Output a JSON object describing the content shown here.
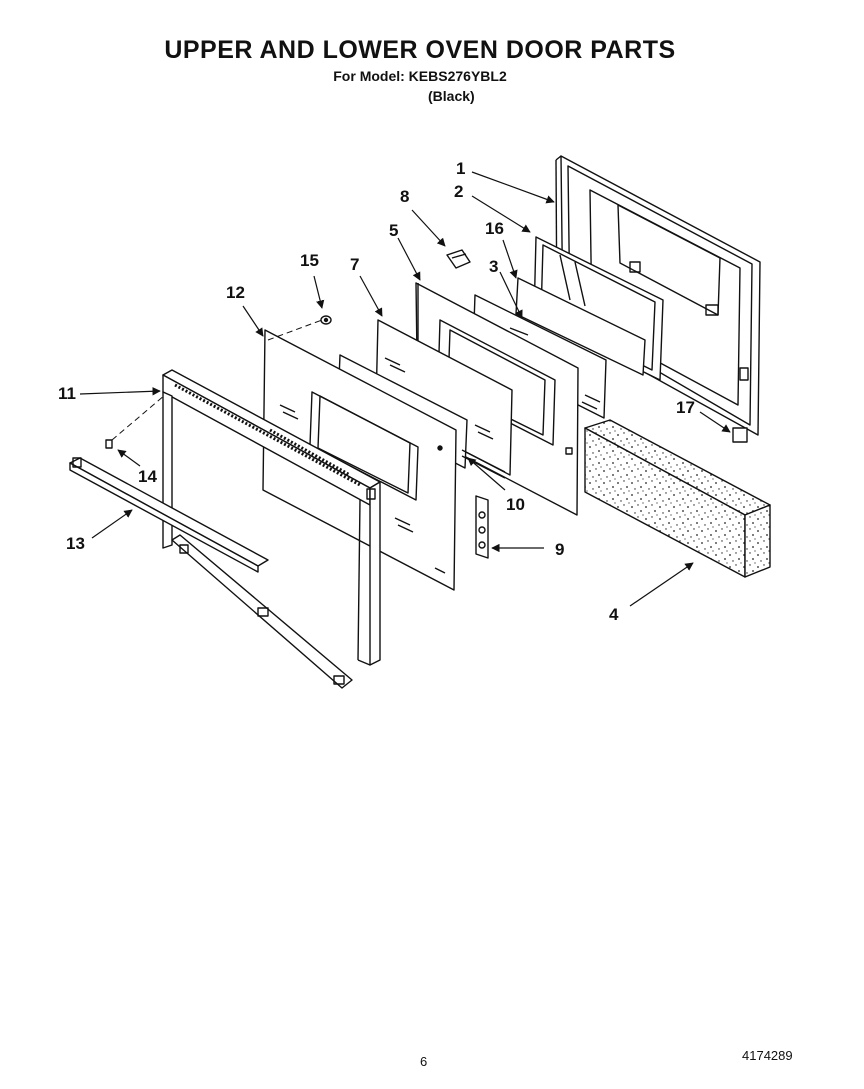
{
  "header": {
    "title": "UPPER AND LOWER OVEN DOOR PARTS",
    "model_line": "For Model: KEBS276YBL2",
    "variant": "(Black)"
  },
  "callouts": [
    "1",
    "2",
    "3",
    "4",
    "5",
    "7",
    "8",
    "9",
    "10",
    "11",
    "12",
    "13",
    "14",
    "15",
    "16",
    "17"
  ],
  "footer": {
    "page_number": "6",
    "document_number": "4174289"
  }
}
